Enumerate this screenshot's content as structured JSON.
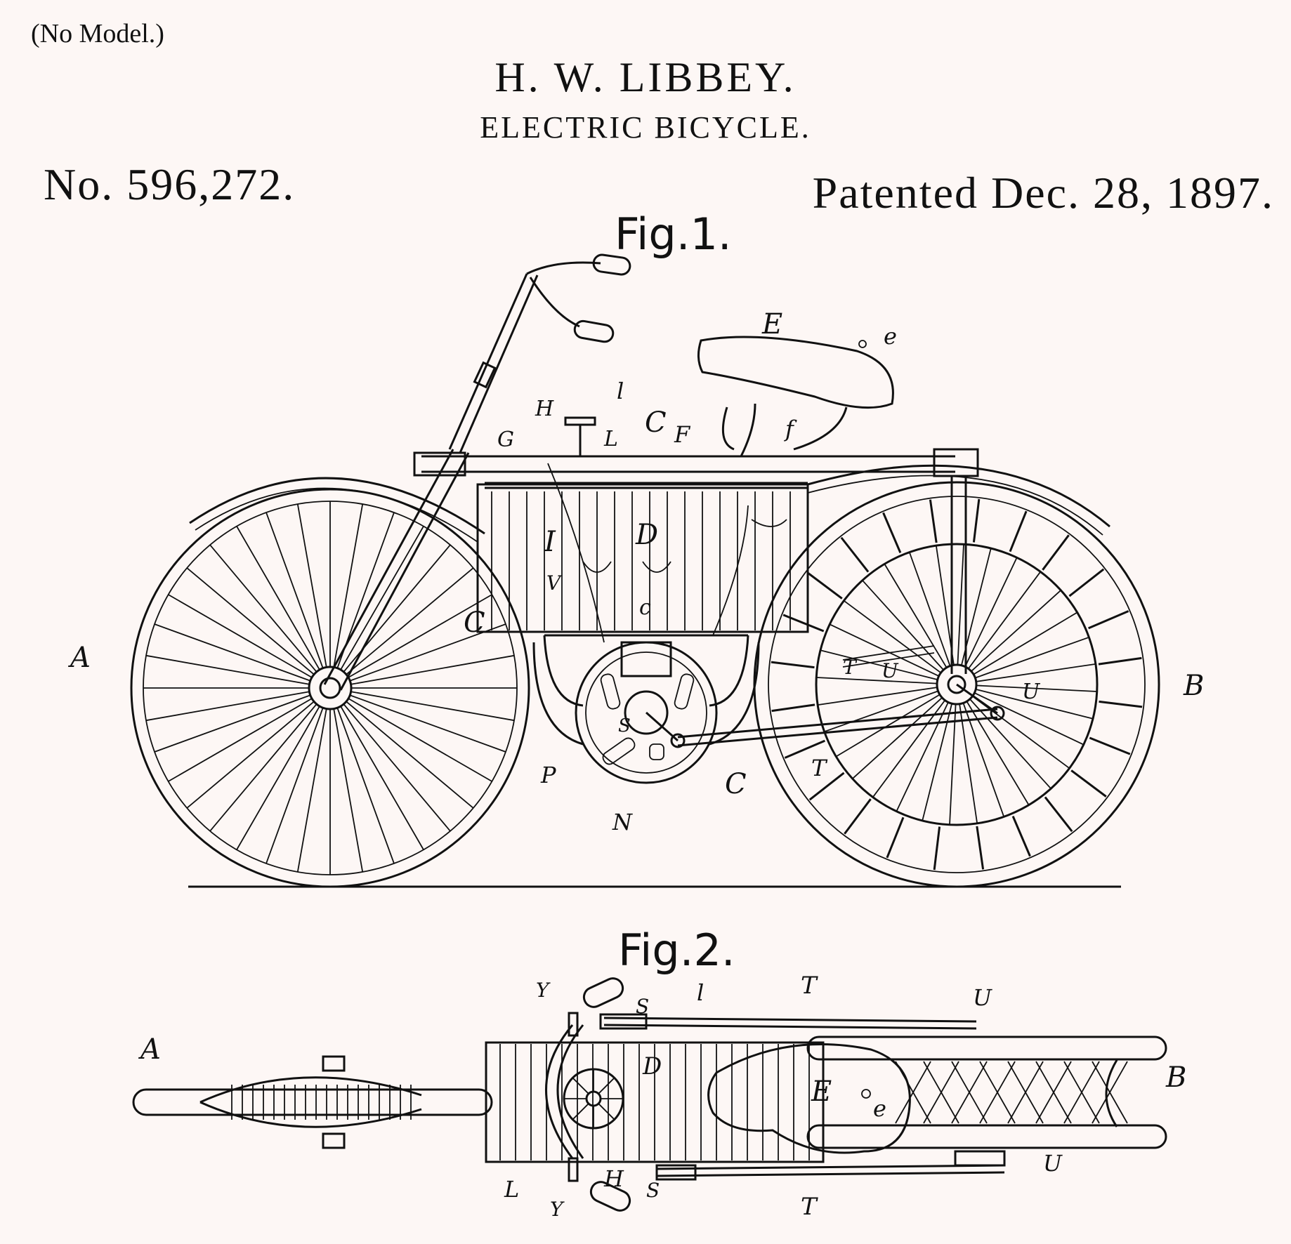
{
  "header": {
    "no_model": "(No Model.)",
    "inventor": "H. W. LIBBEY.",
    "title": "ELECTRIC BICYCLE.",
    "patent_number": "No. 596,272.",
    "patent_date": "Patented Dec. 28, 1897."
  },
  "figures": {
    "fig1": {
      "label": "Fig.1.",
      "refs": {
        "A": "A",
        "B": "B",
        "C1": "C",
        "C2": "C",
        "C3": "C",
        "c": "c",
        "D": "D",
        "E": "E",
        "e": "e",
        "F": "F",
        "f": "f",
        "G": "G",
        "H": "H",
        "I": "I",
        "L": "L",
        "l": "l",
        "N": "N",
        "P": "P",
        "S": "S",
        "T1": "T",
        "T2": "T",
        "U1": "U",
        "U2": "U",
        "V": "V"
      }
    },
    "fig2": {
      "label": "Fig.2.",
      "refs": {
        "A": "A",
        "B": "B",
        "D": "D",
        "E": "E",
        "e": "e",
        "H": "H",
        "L": "L",
        "l": "l",
        "S1": "S",
        "S2": "S",
        "T1": "T",
        "T2": "T",
        "U1": "U",
        "U2": "U",
        "Y1": "Y",
        "Y2": "Y"
      }
    }
  }
}
